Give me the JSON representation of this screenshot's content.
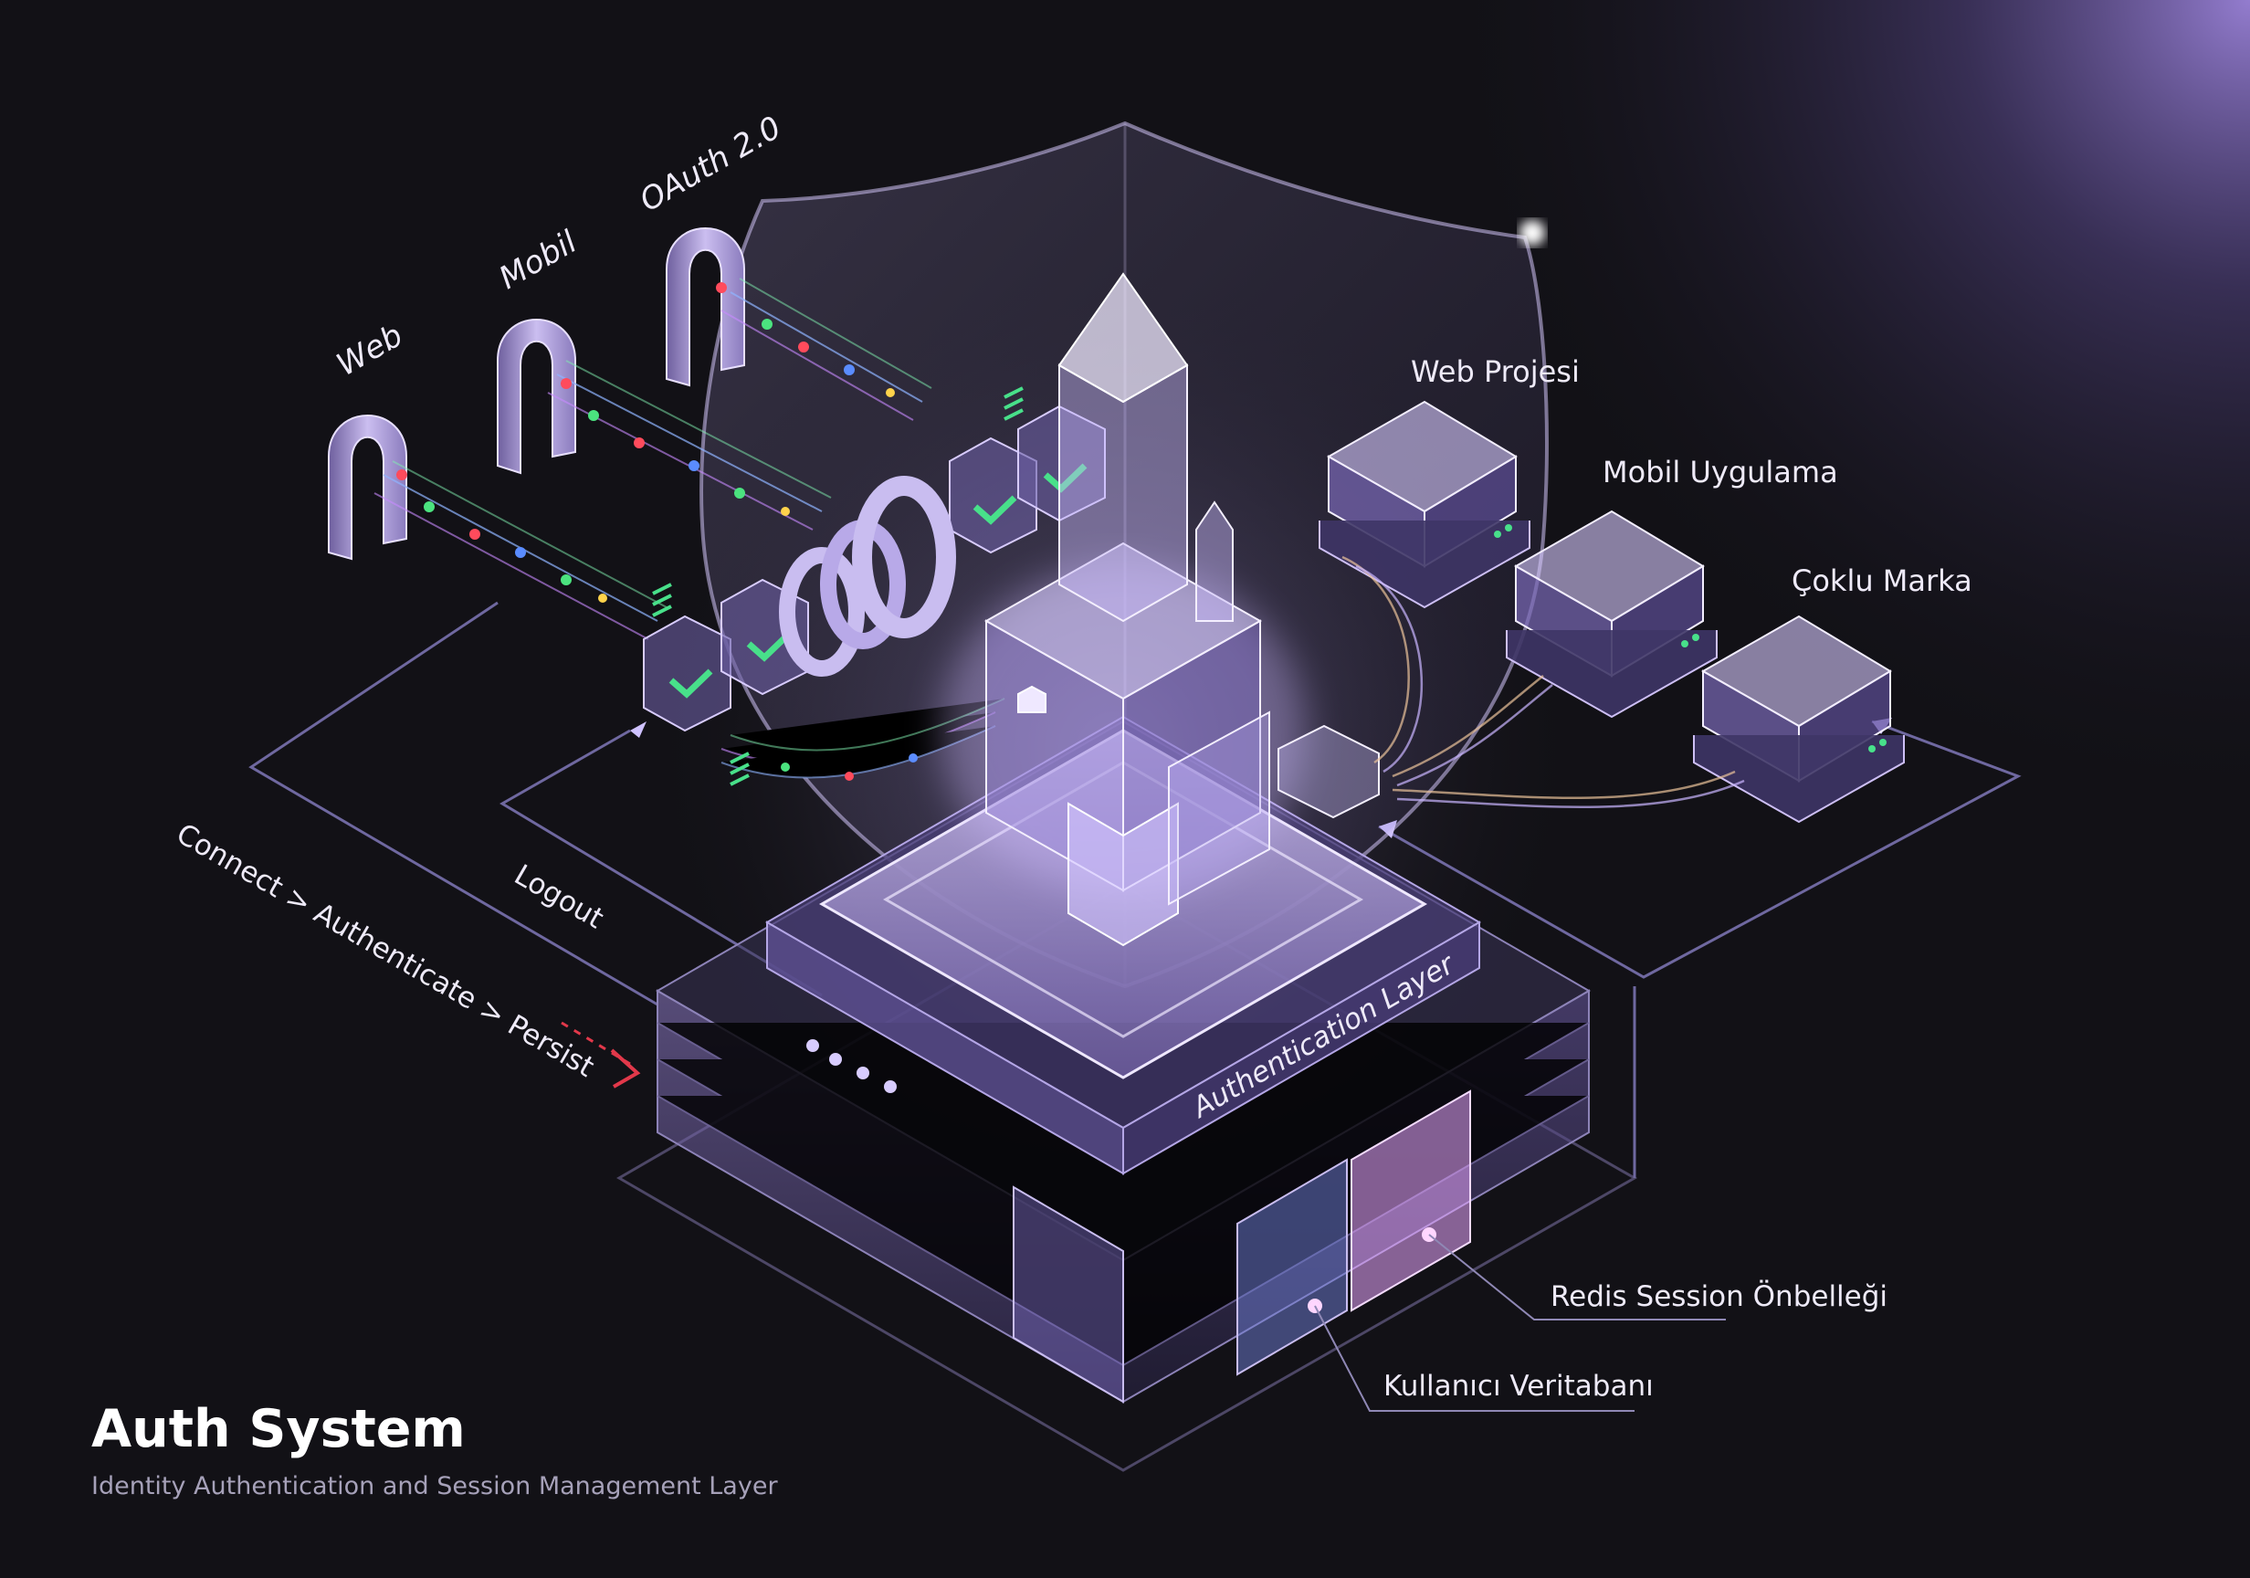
{
  "title": "Auth System",
  "subtitle": "Identity Authentication and Session Management Layer",
  "entry_points": [
    {
      "label": "Web"
    },
    {
      "label": "Mobil"
    },
    {
      "label": "OAuth 2.0"
    }
  ],
  "core": {
    "label": "Authentication Layer"
  },
  "projects": [
    {
      "label": "Web Projesi"
    },
    {
      "label": "Mobil Uygulama"
    },
    {
      "label": "Çoklu Marka"
    }
  ],
  "storage": {
    "redis": "Redis Session Önbelleği",
    "user_db": "Kullanıcı Veritabanı"
  },
  "flows": {
    "main": "Connect > Authenticate > Persist",
    "logout": "Logout"
  },
  "colors": {
    "background": "#121116",
    "accent": "#b49cf0",
    "glow": "#9a7fd6",
    "check": "#48e08a"
  }
}
